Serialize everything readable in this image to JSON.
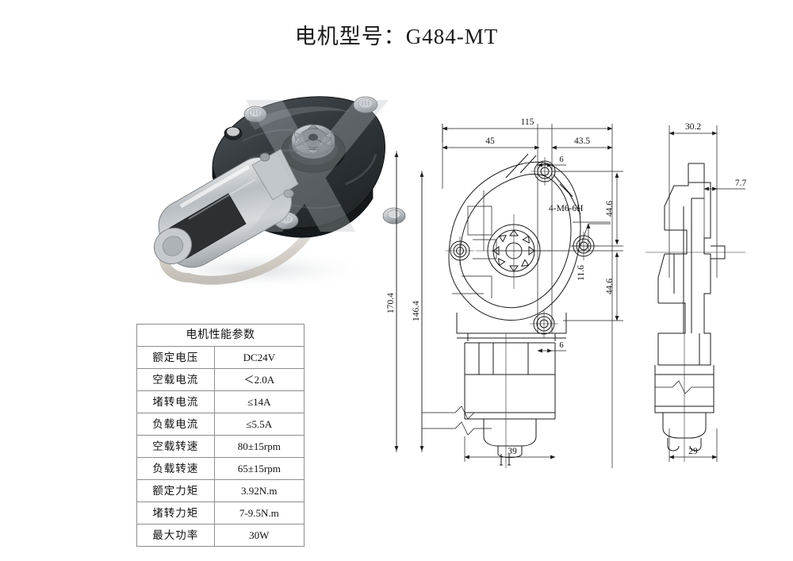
{
  "page": {
    "title": "电机型号：G484-MT",
    "background_color": "#ffffff",
    "line_color": "#1b1b1b"
  },
  "photo": {
    "alt_name": "dc-window-lift-motor-photo",
    "description": "电机实物照片",
    "watermark": "X",
    "colors": {
      "housing": "#3a3f42",
      "housing_dark": "#23272a",
      "motor_can": "#c9cdd0",
      "motor_band": "#2e3134",
      "gear_metal": "#9aa0a4",
      "cable": "#dedad4"
    }
  },
  "spec_table": {
    "name": "motor-performance-parameters",
    "header": "电机性能参数",
    "rows": [
      {
        "label": "额定电压",
        "value": "DC24V"
      },
      {
        "label": "空载电流",
        "value": "＜2.0A"
      },
      {
        "label": "堵转电流",
        "value": "≤14A"
      },
      {
        "label": "负载电流",
        "value": "≤5.5A"
      },
      {
        "label": "空载转速",
        "value": "80±15rpm"
      },
      {
        "label": "负载转速",
        "value": "65±15rpm"
      },
      {
        "label": "额定力矩",
        "value": "3.92N.m"
      },
      {
        "label": "堵转力矩",
        "value": "7-9.5N.m"
      },
      {
        "label": "最大功率",
        "value": "30W"
      }
    ]
  },
  "drawings": {
    "front_view": {
      "name": "front-view-drawing",
      "dimensions": {
        "overall_width": "115",
        "left_segment": "45",
        "right_segment": "43.5",
        "top_offset": "6",
        "bottom_offset": "6",
        "overall_height": "170.4",
        "inner_height": "146.4",
        "boss_top": "44.6",
        "boss_bottom": "44.6",
        "boss_offset": "11.6",
        "motor_width": "39"
      },
      "callout": "4-M6-6H"
    },
    "side_view": {
      "name": "side-view-drawing",
      "dimensions": {
        "depth": "30.2",
        "shaft_offset": "7.7",
        "motor_depth": "29"
      }
    }
  }
}
